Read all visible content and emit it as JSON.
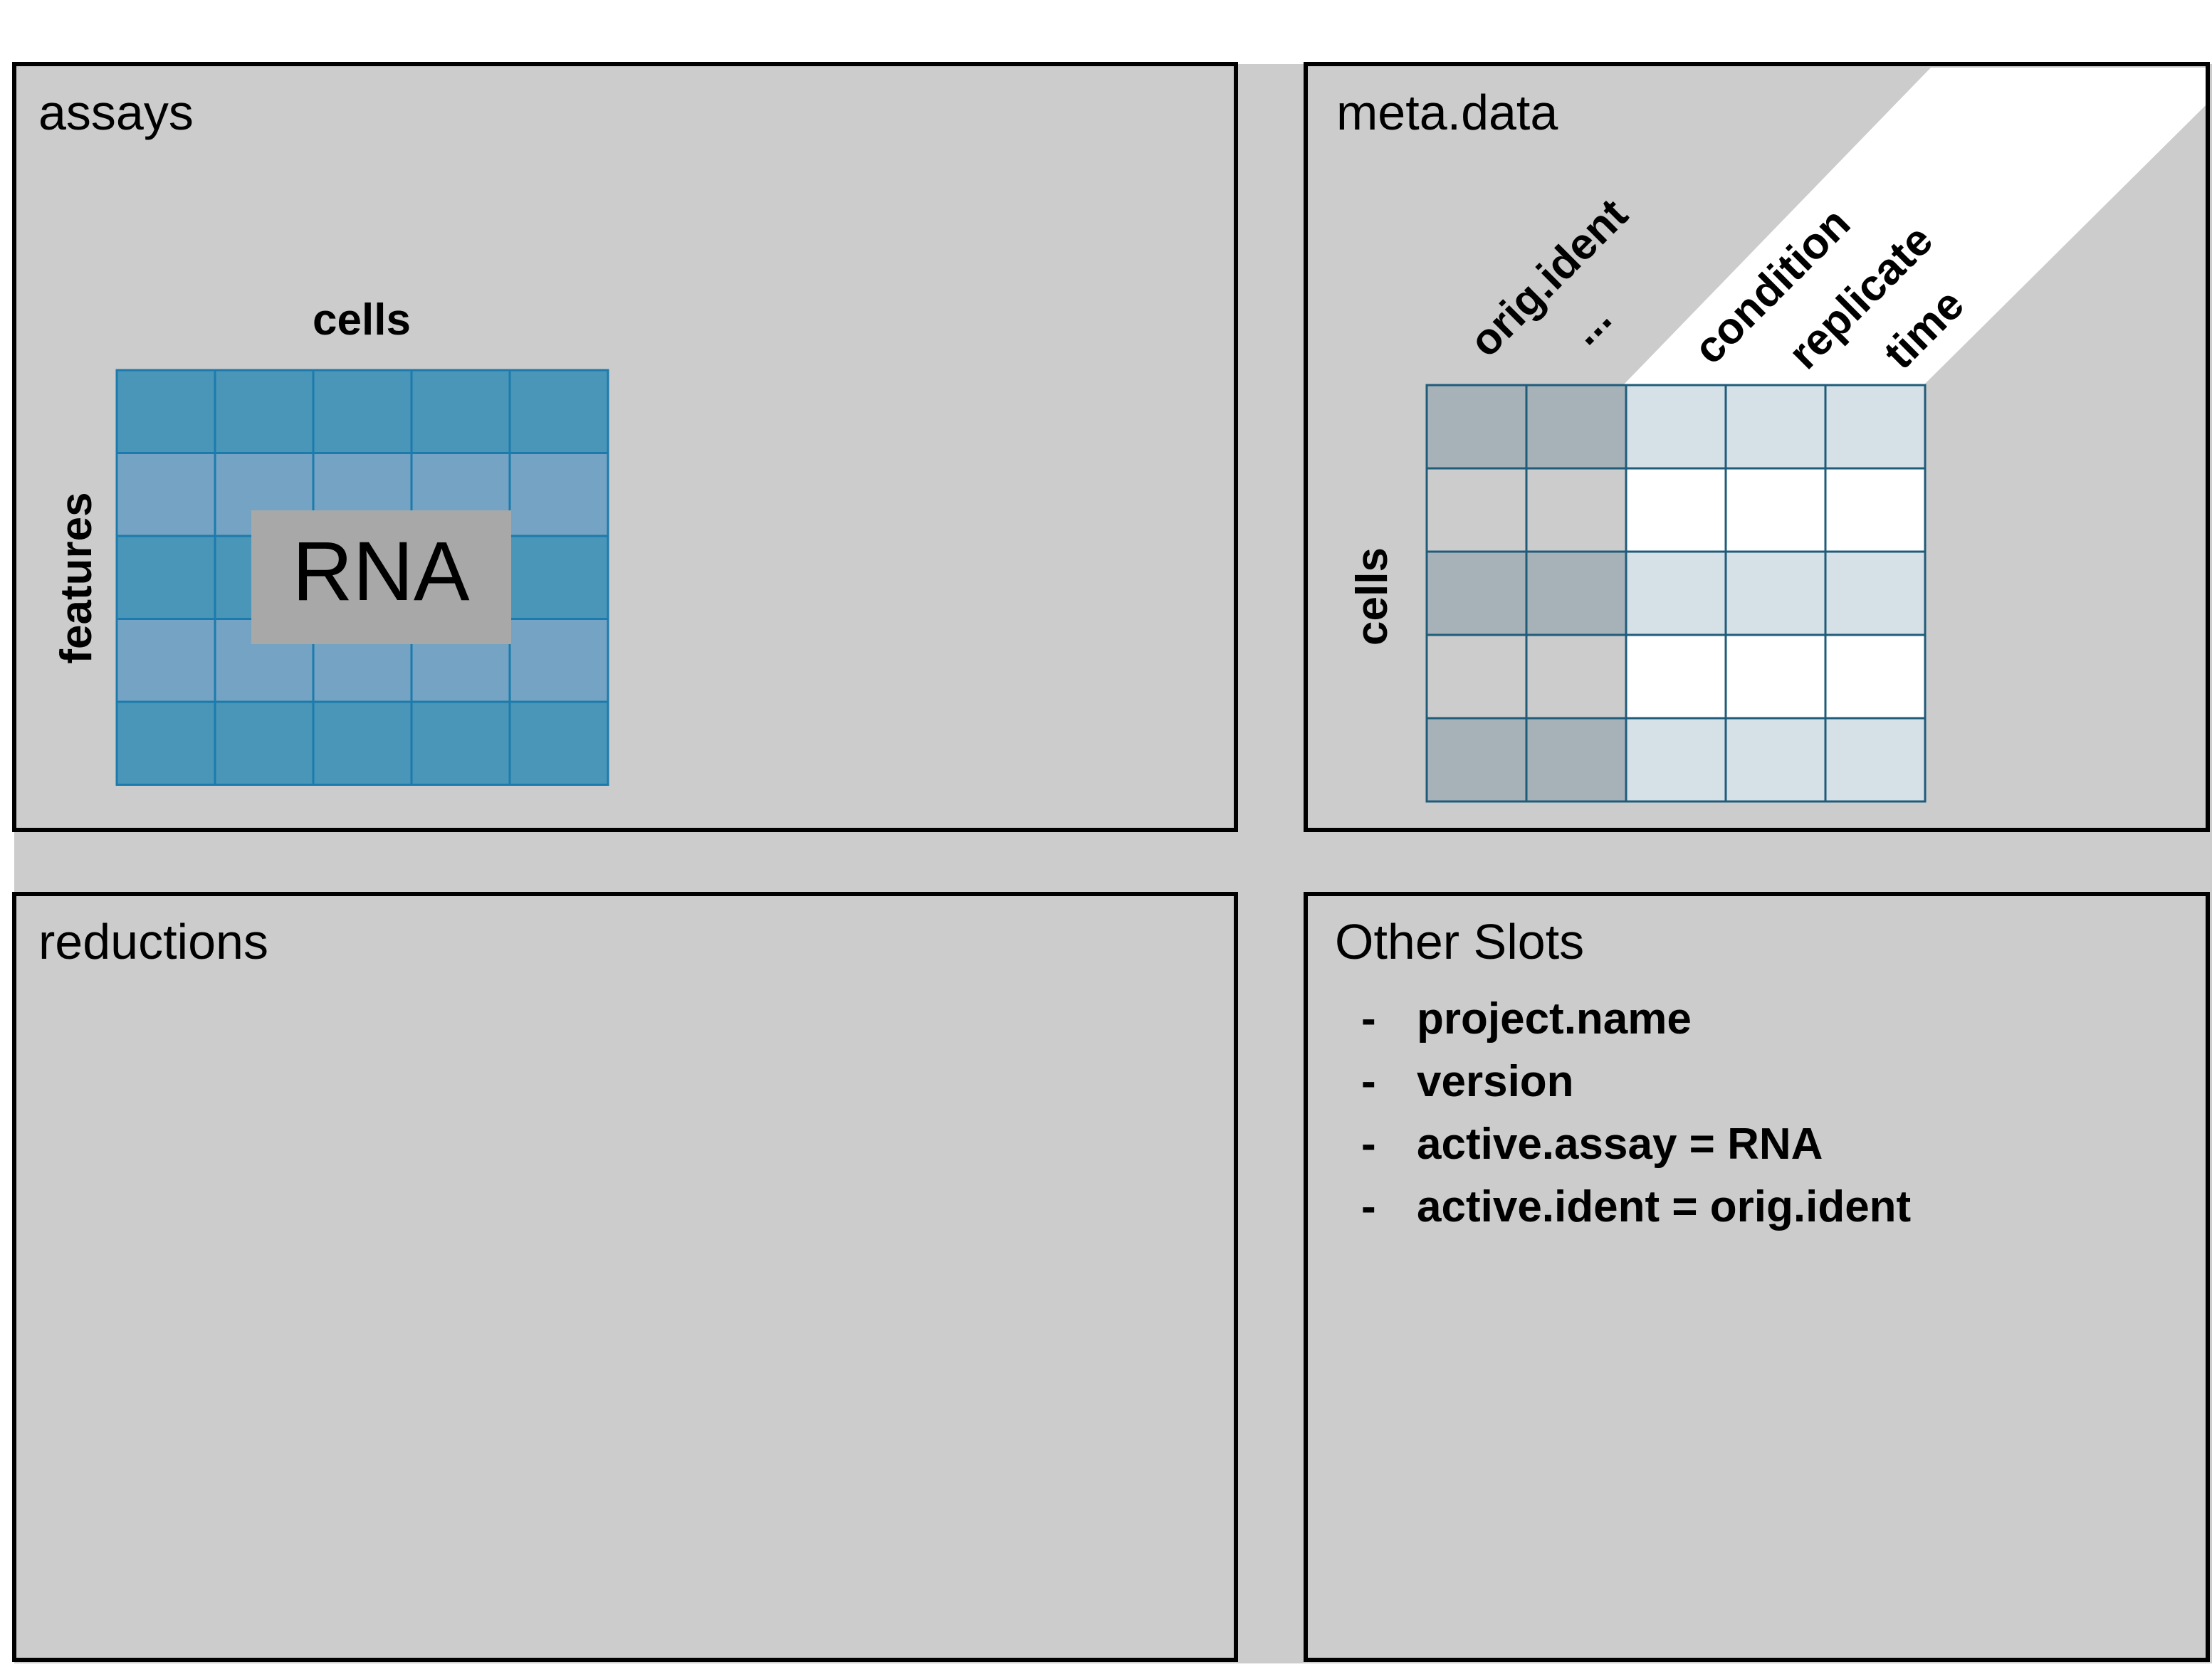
{
  "panels": {
    "assays": {
      "title": "assays",
      "matrix": {
        "name": "RNA",
        "column_axis_label": "cells",
        "row_axis_label": "features"
      }
    },
    "meta_data": {
      "title": "meta.data",
      "row_axis_label": "cells",
      "columns": [
        "orig.ident",
        "...",
        "condition",
        "replicate",
        "time"
      ]
    },
    "reductions": {
      "title": "reductions"
    },
    "other_slots": {
      "title": "Other Slots",
      "bullet": "-",
      "items": [
        "project.name",
        "version",
        "active.assay = RNA",
        "active.ident = orig.ident"
      ]
    }
  },
  "colors": {
    "background": "#cccccc",
    "border": "#000000",
    "assay_cell_dark": "#4a96b9",
    "assay_cell_light": "#75a3c3",
    "assay_grid_line": "#1c7bac",
    "assay_label_box": "#a8a8a8",
    "meta_builtin_cell": "#a6b1b8",
    "meta_custom_cell": "#d5e0e7",
    "meta_empty_cell": "#ffffff",
    "meta_grid_line": "#1f5c7a"
  }
}
